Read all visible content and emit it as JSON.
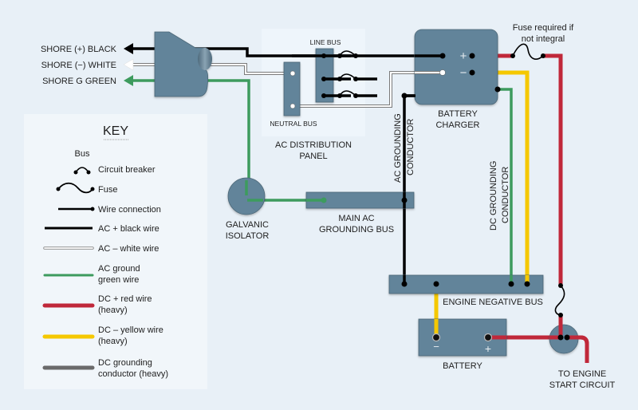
{
  "colors": {
    "background": "#e8f0f7",
    "component": "#62849a",
    "panel_bg": "#eef4f9",
    "key_bg": "#f1f6fa",
    "ac_black": "#000000",
    "ac_white": "#ffffff",
    "ac_green": "#3d9b5e",
    "dc_red": "#c0283a",
    "dc_yellow": "#f5c800",
    "dc_ground": "#6a6a6a"
  },
  "shore": {
    "black_label": "SHORE (+) BLACK",
    "white_label": "SHORE (−) WHITE",
    "green_label": "SHORE G GREEN"
  },
  "panel": {
    "line_bus": "LINE BUS",
    "neutral_bus": "NEUTRAL BUS",
    "title_line1": "AC DISTRIBUTION",
    "title_line2": "PANEL"
  },
  "charger": {
    "title_line1": "BATTERY",
    "title_line2": "CHARGER",
    "plus": "+",
    "minus": "−"
  },
  "fuse_note": {
    "line1": "Fuse required if",
    "line2": "not integral"
  },
  "ac_grounding_conductor": {
    "line1": "AC GROUNDING",
    "line2": "CONDUCTOR"
  },
  "dc_grounding_conductor": {
    "line1": "DC GROUNDING",
    "line2": "CONDUCTOR"
  },
  "galvanic_isolator": {
    "line1": "GALVANIC",
    "line2": "ISOLATOR"
  },
  "main_ac_bus": {
    "line1": "MAIN AC",
    "line2": "GROUNDING BUS"
  },
  "engine_negative_bus": "ENGINE NEGATIVE BUS",
  "battery": {
    "title": "BATTERY",
    "minus": "−",
    "plus": "+"
  },
  "engine_start": {
    "line1": "TO ENGINE",
    "line2": "START CIRCUIT"
  },
  "key": {
    "title": "KEY",
    "items": [
      {
        "icon": "bus",
        "label": "Bus"
      },
      {
        "icon": "circuit-breaker",
        "label": "Circuit breaker"
      },
      {
        "icon": "fuse",
        "label": "Fuse"
      },
      {
        "icon": "wire-connection",
        "label": "Wire connection"
      },
      {
        "icon": "ac-black-wire",
        "label": "AC + black wire"
      },
      {
        "icon": "ac-white-wire",
        "label": "AC – white wire"
      },
      {
        "icon": "ac-green-wire",
        "label_line1": "AC ground",
        "label_line2": "green wire"
      },
      {
        "icon": "dc-red-wire",
        "label_line1": "DC + red wire",
        "label_line2": "(heavy)"
      },
      {
        "icon": "dc-yellow-wire",
        "label_line1": "DC – yellow wire",
        "label_line2": "(heavy)"
      },
      {
        "icon": "dc-ground-wire",
        "label_line1": "DC grounding",
        "label_line2": "conductor (heavy)"
      }
    ]
  }
}
